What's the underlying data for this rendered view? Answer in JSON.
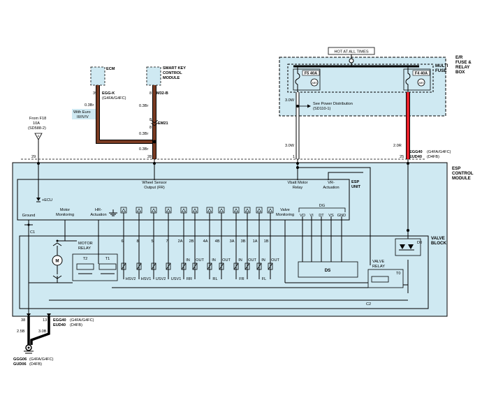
{
  "colors": {
    "module_fill": "#cfe9f2",
    "wire_brown": "#7a3b22",
    "wire_red": "#e8202a",
    "wire_gray": "#d0d0d0",
    "wire_black": "#000000"
  },
  "fuse_box": {
    "hot_label": "HOT AT ALL TIMES",
    "name": [
      "E/R",
      "FUSE &",
      "RELAY",
      "BOX"
    ],
    "multi_fuse": [
      "MULTI",
      "FUSE"
    ],
    "fuse_left": "F5 40A",
    "fuse_right": "F4 40A",
    "abs_tag": "ABS"
  },
  "ecm": {
    "name": "ECM",
    "pin": "39",
    "connector": "EGG-K",
    "variant": "(G4FA/G4FC)",
    "wire_size": "0.3Br",
    "note": [
      "With Euro",
      "III/IV/V"
    ]
  },
  "smart_key": {
    "name": [
      "SMART KEY",
      "CONTROL",
      "MODULE"
    ],
    "pin": "8",
    "connector": "M32-B",
    "wire_size_1": "0.3Br",
    "wire_size_2": "0.3Br",
    "splice": "EM21",
    "splice_pin_top": "8",
    "splice_pin_bottom": "8",
    "wire_size_3": "0.3Br"
  },
  "left_feed": {
    "from": "From F18",
    "amp": "10A",
    "ref": "(SD588-2)",
    "pin": "29"
  },
  "fuse_wires": {
    "wire_left": "3.0W",
    "see_power": "See Power Distribution",
    "see_power_ref": "(SD110-1)",
    "wire_left_2": "3.0W",
    "pin_left": "1",
    "wire_right": "2.0R",
    "connector_1": "EGG40",
    "variant_1": "(G4FA/G4FC)",
    "connector_2": "EUD40",
    "variant_2": "(D4FB)",
    "pin_right": "25",
    "pin_ecm_in": "28"
  },
  "esp": {
    "module_name": [
      "ESP",
      "CONTROL",
      "MODULE"
    ],
    "unit_name": [
      "ESP",
      "UNIT"
    ],
    "ecu": "+ECU",
    "wheel_sensor": [
      "Wheel Sensor",
      "Output (FR)"
    ],
    "vbatt": [
      "Vbatt Motor",
      "Relay"
    ],
    "vr_act": [
      "VR-",
      "Actuation"
    ],
    "ground": "Ground",
    "motor_mon": [
      "Motor",
      "Monitoring"
    ],
    "hr_act": [
      "HR-",
      "Actuation"
    ],
    "valve_mon": [
      "Valve",
      "Monitoring"
    ],
    "dg": "DG",
    "dg_pins": [
      "VO",
      "VI",
      "DT",
      "VS",
      "GND"
    ],
    "c1": "C1",
    "c2": "C2"
  },
  "valve_block": {
    "name": [
      "VALVE",
      "BLOCK"
    ],
    "motor_relay": [
      "MOTOR",
      "RELAY"
    ],
    "t2": "T2",
    "t1": "T1",
    "motor": "M",
    "d0": "D0",
    "ds": "DS",
    "valve_relay": [
      "VALVE",
      "RELAY"
    ],
    "t0": "T0",
    "pin_labels": [
      "6",
      "8",
      "5",
      "7",
      "2A",
      "2B",
      "4A",
      "4B",
      "3A",
      "3B",
      "1A",
      "1B"
    ],
    "in_out": [
      "IN",
      "OUT",
      "IN",
      "OUT",
      "IN",
      "OUT",
      "IN",
      "OUT"
    ],
    "valves": [
      "HSV2",
      "HSV1",
      "USV2",
      "USV1",
      "RR",
      "RL",
      "FR",
      "FL"
    ]
  },
  "ground": {
    "pin_left": "38",
    "pin_right": "13",
    "connector_1": "EGG40",
    "variant_1": "(G4FA/G4FC)",
    "connector_2": "EUD40",
    "variant_2": "(D4FB)",
    "wire_left": "2.5B",
    "wire_right": "3.0B",
    "g1": "GGG06",
    "g1_variant": "(G4FA/G4FC)",
    "g2": "GUD06",
    "g2_variant": "(D4FB)"
  }
}
